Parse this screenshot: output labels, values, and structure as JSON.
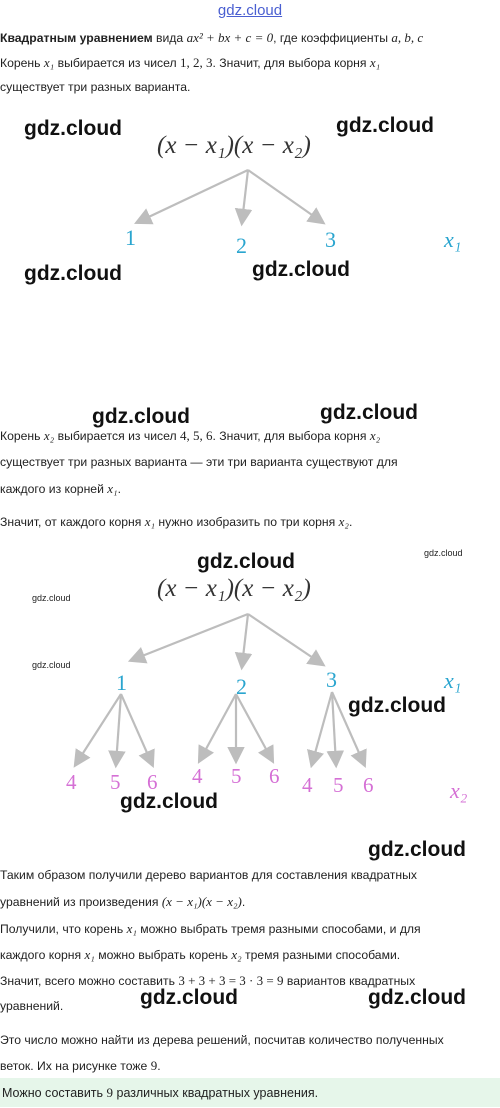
{
  "watermark": "gdz.cloud",
  "watermark_small": "gdz.cloud",
  "colors": {
    "node_x1": "#2aa5cf",
    "node_x2": "#d570d5",
    "edge": "#bdbdbd",
    "answer_bg": "#e6f6ea"
  },
  "intro": {
    "bold": "Квадратным уравнением",
    "p1a": " вида ",
    "eq": "ax² + bx + c = 0",
    "p1b": ", где коэффициенты ",
    "coefs": "a,  b,  c",
    "line2a": "Корень ",
    "x1": "x₁",
    "line2b": " выбирается из чисел ",
    "nums1": "1,  2,  3",
    "line2c": ". Значит, для выбора корня ",
    "line3": "существует три разных варианта."
  },
  "tree1": {
    "title": "(x − x₁)(x − x₂)",
    "nodes": [
      "1",
      "2",
      "3"
    ],
    "label": "x₁"
  },
  "para2": {
    "l1a": "Корень ",
    "x2": "x₂",
    "l1b": " выбирается из чисел ",
    "nums2": "4,  5,  6",
    "l1c": ". Значит, для выбора корня ",
    "l2": "существует три разных варианта — эти три варианта существуют для",
    "l3a": "каждого из корней ",
    "l3b": ".",
    "l4a": "Значит, от каждого корня ",
    "l4b": " нужно изобразить по три корня ",
    "l4c": "."
  },
  "tree2": {
    "title": "(x − x₁)(x − x₂)",
    "nodes": [
      "1",
      "2",
      "3"
    ],
    "leaves": [
      "4",
      "5",
      "6",
      "4",
      "5",
      "6",
      "4",
      "5",
      "6"
    ],
    "label1": "x₁",
    "label2": "x₂"
  },
  "para3": {
    "l1": "Таким образом получили дерево вариантов для составления квадратных",
    "l2a": "уравнений из произведения ",
    "prod": "(x − x₁)(x − x₂)",
    "l2b": ".",
    "l3a": "Получили, что корень ",
    "l3b": " можно выбрать тремя разными способами, и для",
    "l4a": "каждого корня ",
    "l4b": " можно выбрать корень ",
    "l4c": " тремя разными способами.",
    "l5a": "Значит, всего можно составить ",
    "calc": "3 + 3 + 3 = 3 · 3 = 9",
    "l5b": " вариантов квадратных",
    "l6": "уравнений.",
    "l7": "Это число можно найти из дерева решений, посчитав количество полученных",
    "l8a": "веток. Их на рисунке тоже ",
    "nine": "9",
    "l8b": "."
  },
  "answer": {
    "a": "Можно составить ",
    "nine": "9",
    "b": " различных квадратных уравнения."
  }
}
